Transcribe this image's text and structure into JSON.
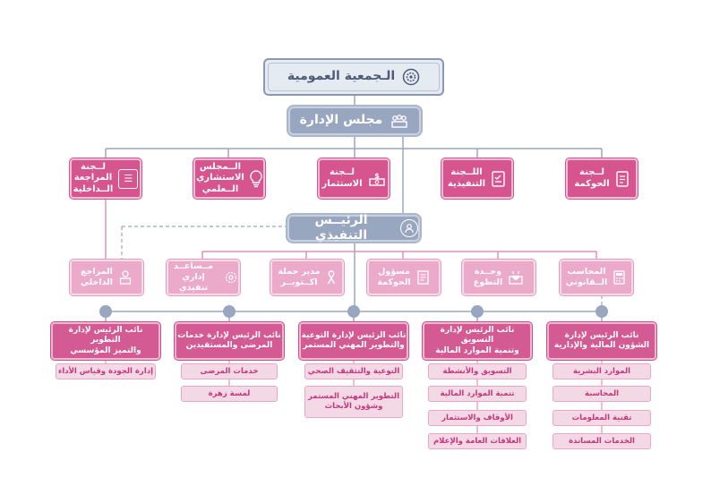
{
  "general_assembly": {
    "label": "الـجمعية العمومية",
    "icon": "gear-icon"
  },
  "board": {
    "label": "مجلس الإدارة",
    "icon": "meeting-icon"
  },
  "committees": [
    {
      "label": "لــجنة\nالمراجعة\nالــداخلية",
      "icon": "clipboard-icon"
    },
    {
      "label": "الــمجلس\nالاستشاري\nالــعلمي",
      "icon": "lightbulb-icon"
    },
    {
      "label": "لــجنة\nالاستثمار",
      "icon": "money-icon"
    },
    {
      "label": "اللــجنة\nالتنفيذية",
      "icon": "checklist-icon"
    },
    {
      "label": "لــجنة\nالحوكمة",
      "icon": "document-icon"
    }
  ],
  "ceo": {
    "label": "الرئيــس التنفيذي",
    "icon": "person-icon"
  },
  "ceo_units": [
    {
      "label": "المراجع\nالداخلي",
      "icon": "auditor-icon"
    },
    {
      "label": "مــساعــد\nإداري تنفيذي",
      "icon": "gears-icon"
    },
    {
      "label": "مدير حملة\nاكــتوبــر",
      "icon": "ribbon-icon"
    },
    {
      "label": "مسؤول\nالحوكمة",
      "icon": "report-icon"
    },
    {
      "label": "وحــدة\nالتطوع",
      "icon": "volunteer-icon"
    },
    {
      "label": "المحاسب\nالــقانوني",
      "icon": "calculator-icon"
    }
  ],
  "deputies": [
    {
      "label": "نائب الرئيس لإدارة التطوير\nوالتميز المؤسسي",
      "subs": [
        "إدارة الجودة وقياس الأداء"
      ]
    },
    {
      "label": "نائب الرئيس لإدارة خدمات\nالمرضى والمستفيدين",
      "subs": [
        "خدمات المرضى",
        "لمسة زهرة"
      ]
    },
    {
      "label": "نائب الرئيس لإدارة التوعية\nوالتطوير المهني المستمر",
      "subs": [
        "التوعية والتثقيف الصحي",
        "التطوير المهني المستمر\nوشؤون الأبحاث"
      ]
    },
    {
      "label": "نائب الرئيس لإدارة التسويق\nوتنمية الموارد المالية",
      "subs": [
        "التسويق والأنشطة",
        "تنمية الموارد المالية",
        "الأوقاف والاستثمار",
        "العلاقات العامة والإعلام"
      ]
    },
    {
      "label": "نائب الرئيس لإدارة\nالشؤون المالية والإدارية",
      "subs": [
        "الموارد البشرية",
        "المحاسبة",
        "تقنية المعلومات",
        "الخدمات المساندة"
      ]
    }
  ],
  "colors": {
    "magenta": "#d6558f",
    "light_pink": "#ecaacb",
    "grey_blue": "#98a6bf",
    "line_grey": "#9aa7bd",
    "line_pink": "#e48fb8"
  }
}
